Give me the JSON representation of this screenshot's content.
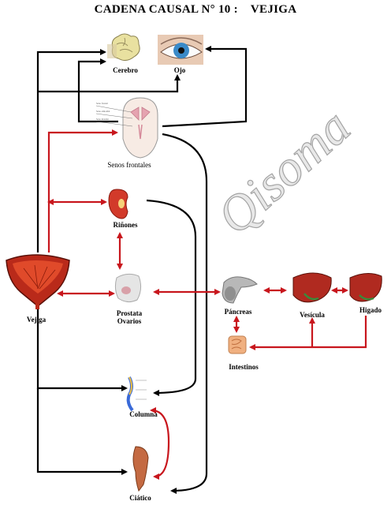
{
  "title": {
    "main": "CADENA CAUSAL N° 10 :",
    "organ": "VEJIGA"
  },
  "watermark": "Qisoma",
  "nodes": {
    "cerebro": "Cerebro",
    "ojo": "Ojo",
    "senos": "Senos frontales",
    "rinones": "Riñones",
    "vejiga": "Vejiga",
    "prostata": "Prostata",
    "ovarios": "Ovarios",
    "pancreas": "Páncreas",
    "vesicula": "Vesícula",
    "higado": "Higado",
    "intestinos": "Intestinos",
    "columna": "Columna",
    "ciatico": "Ciático"
  },
  "colors": {
    "black_arrow": "#000000",
    "red_arrow": "#c8161d",
    "organ_red": "#c0303a"
  }
}
